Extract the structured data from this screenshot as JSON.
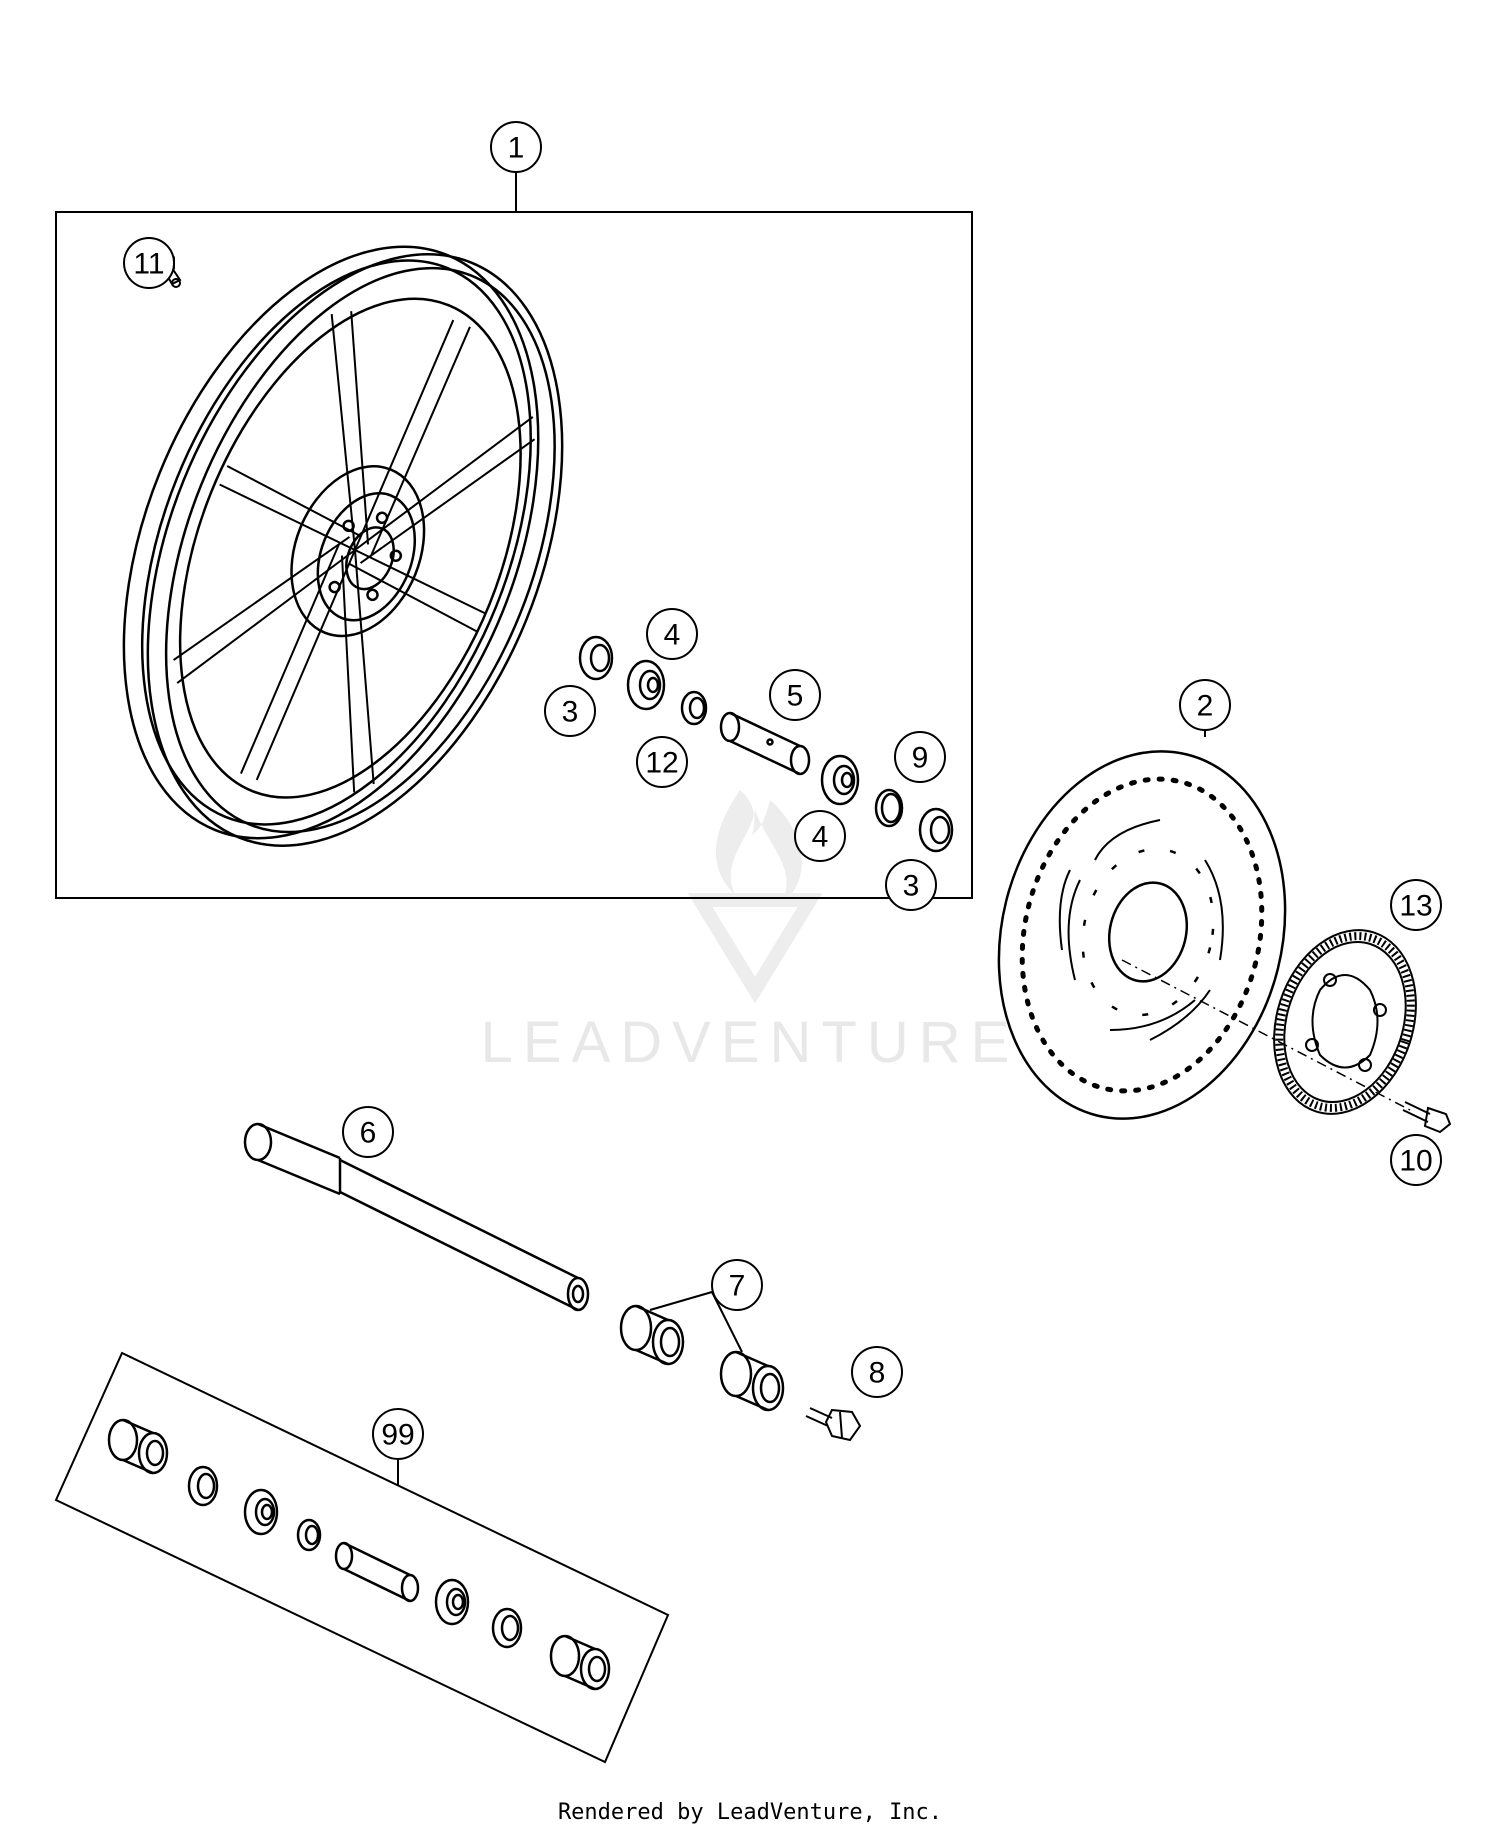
{
  "footer_text": "Rendered by LeadVenture, Inc.",
  "watermark_text": "LEADVENTURE",
  "callouts": [
    "1",
    "2",
    "3",
    "3",
    "4",
    "4",
    "5",
    "6",
    "7",
    "8",
    "9",
    "10",
    "11",
    "12",
    "13",
    "99"
  ],
  "colors": {
    "line": "#000000",
    "watermark": "#e6e6e6",
    "background": "#ffffff"
  }
}
